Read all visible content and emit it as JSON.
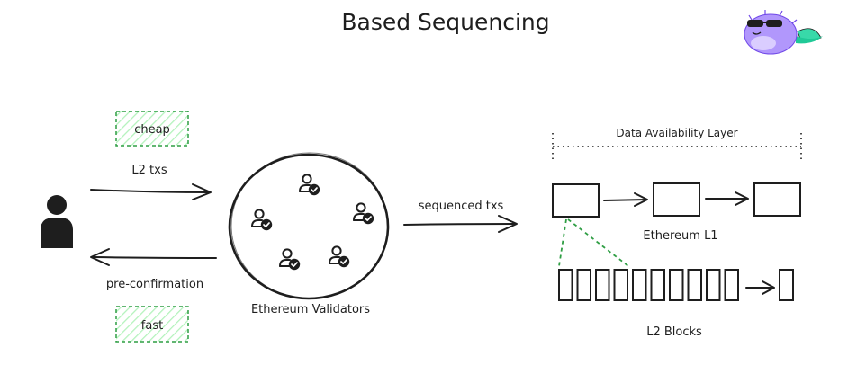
{
  "title": "Based Sequencing",
  "user": {
    "icon": "user-icon"
  },
  "left_flow": {
    "top_tag": "cheap",
    "top_label": "L2 txs",
    "bottom_label": "pre-confirmation",
    "bottom_tag": "fast"
  },
  "validators": {
    "label": "Ethereum Validators",
    "icon": "verified-user-icon",
    "count": 5
  },
  "middle_arrow_label": "sequenced txs",
  "right": {
    "da_label": "Data Availability Layer",
    "l1_label": "Ethereum L1",
    "l1_block_count": 3,
    "l2_label": "L2 Blocks",
    "l2_block_count": 10
  },
  "colors": {
    "ink": "#1e1e1e",
    "tag_border": "#2f9e44",
    "tag_hatch": "#b2f2bb",
    "mascot_body": "#b197fc",
    "mascot_tail": "#38d9a9"
  }
}
